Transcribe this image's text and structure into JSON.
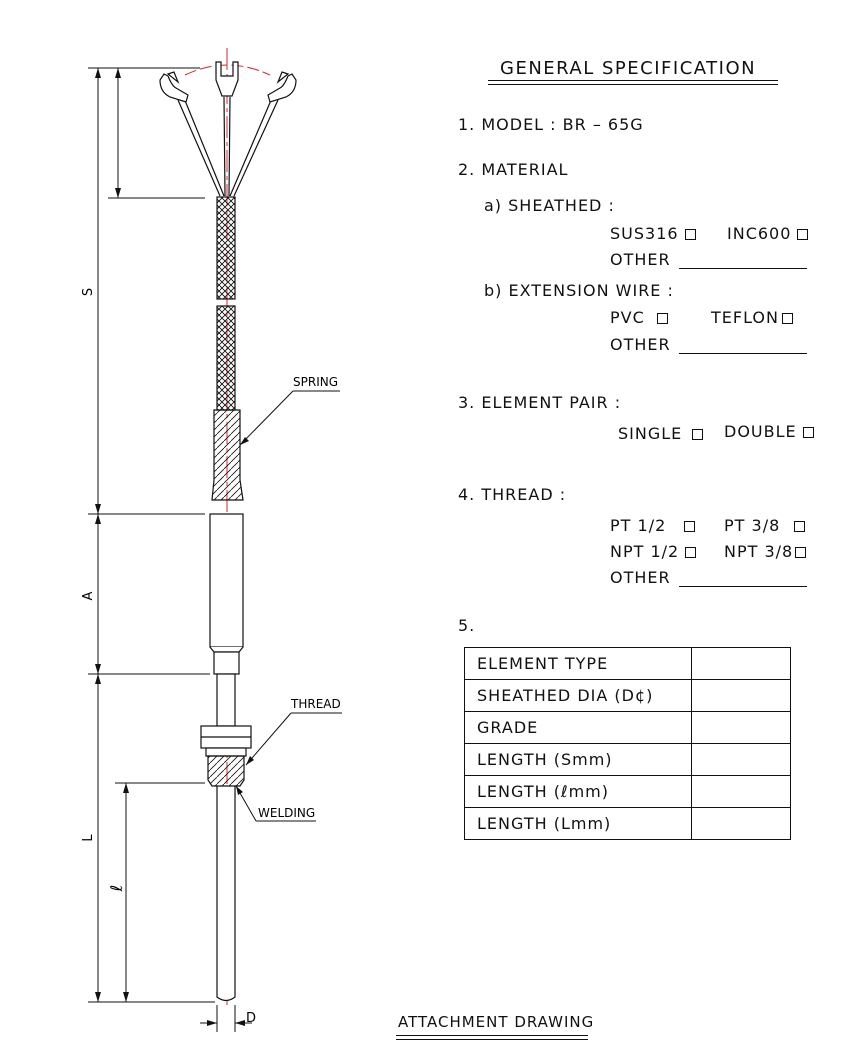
{
  "spec": {
    "title": "GENERAL SPECIFICATION",
    "model": "1. MODEL :  BR – 65G",
    "material": "2. MATERIAL",
    "sheathed": "a) SHEATHED :",
    "sus316": "SUS316",
    "inc600": "INC600",
    "other": "OTHER",
    "extension_wire": "b) EXTENSION WIRE :",
    "pvc": "PVC",
    "teflon": "TEFLON",
    "element_pair": "3. ELEMENT PAIR :",
    "single": "SINGLE",
    "double": "DOUBLE",
    "thread": "4. THREAD :",
    "pt12": "PT 1/2",
    "pt38": "PT 3/8",
    "npt12": "NPT 1/2",
    "npt38": "NPT 3/8",
    "item5": "5."
  },
  "table": {
    "rows": [
      "ELEMENT TYPE",
      "SHEATHED DIA (D¢)",
      "GRADE",
      "LENGTH (Smm)",
      "LENGTH (ℓmm)",
      "LENGTH (Lmm)"
    ]
  },
  "drawing": {
    "spring": "SPRING",
    "thread": "THREAD",
    "welding": "WELDING",
    "dim_s": "S",
    "dim_a": "A",
    "dim_l": "L",
    "dim_l_small": "ℓ",
    "dim_d": "D"
  },
  "footer": "ATTACHMENT DRAWING",
  "colors": {
    "centerline": "#d42a2a",
    "ink": "#111111"
  }
}
